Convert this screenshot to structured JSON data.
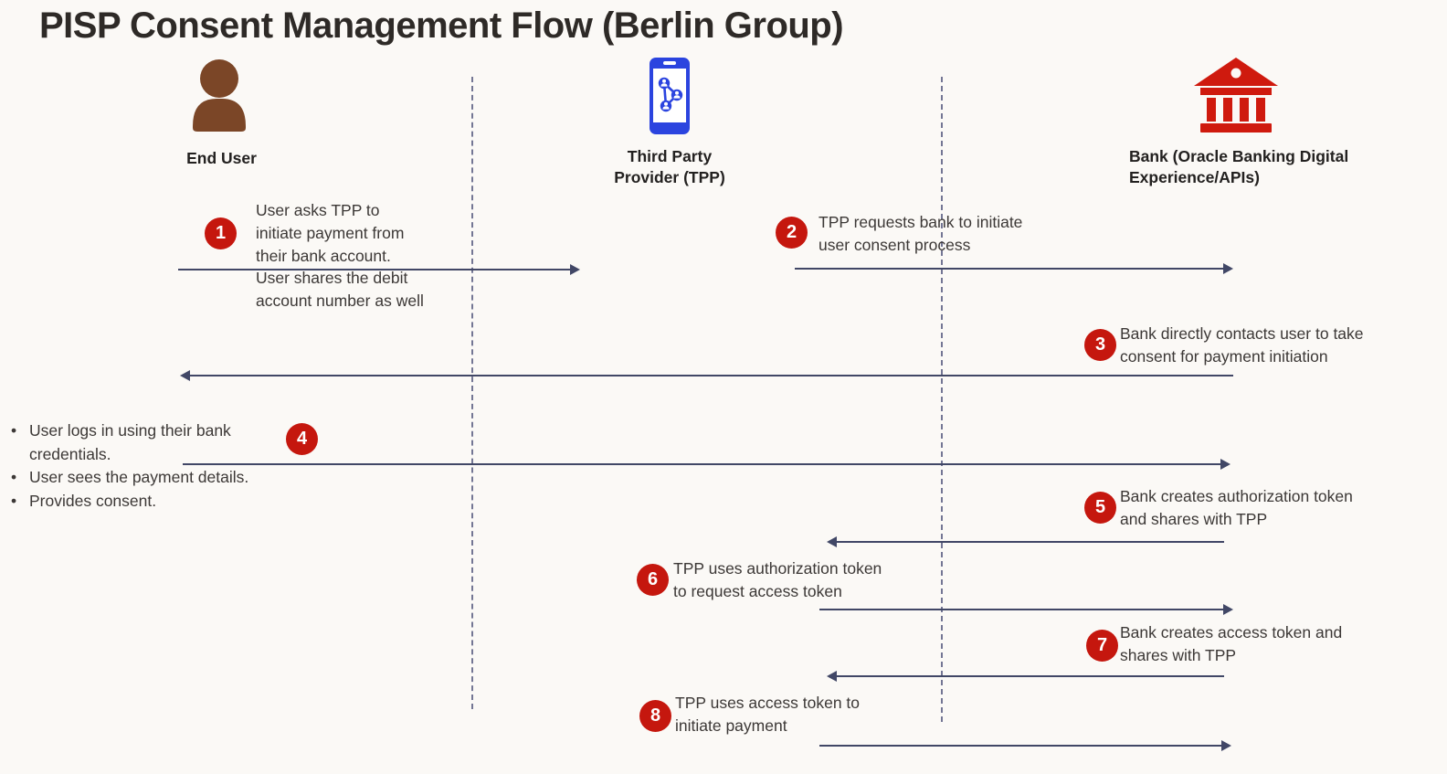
{
  "title": "PISP Consent Management Flow (Berlin Group)",
  "colors": {
    "background": "#fbf9f6",
    "step_badge_red": "#c5170e",
    "bank_icon_red": "#cf1a0e",
    "person_icon_brown": "#7b4627",
    "phone_icon_blue": "#2b44df",
    "arrow": "#414766",
    "lifeline_dashed": "#5c6084",
    "title_text": "#2e2a27",
    "body_text": "#3c3836"
  },
  "actors": [
    {
      "id": "end-user",
      "label": "End User",
      "icon": "person-icon"
    },
    {
      "id": "tpp",
      "label": "Third Party\nProvider (TPP)",
      "icon": "phone-network-icon"
    },
    {
      "id": "bank",
      "label": "Bank (Oracle Banking Digital\nExperience/APIs)",
      "icon": "bank-building-icon"
    }
  ],
  "steps": [
    {
      "num": "1",
      "direction": "right",
      "text": "User asks TPP to\ninitiate payment from\ntheir bank account.\nUser shares the debit\naccount number as well"
    },
    {
      "num": "2",
      "direction": "right",
      "text": "TPP requests bank to initiate\nuser consent process"
    },
    {
      "num": "3",
      "direction": "left",
      "text": "Bank directly contacts user to take\nconsent for payment initiation"
    },
    {
      "num": "4",
      "direction": "right",
      "bullets": [
        "User logs in using their bank\ncredentials.",
        "User sees the payment details.",
        "Provides consent."
      ]
    },
    {
      "num": "5",
      "direction": "left",
      "text": "Bank creates authorization token\nand shares with TPP"
    },
    {
      "num": "6",
      "direction": "right",
      "text": "TPP uses authorization token\nto request access token"
    },
    {
      "num": "7",
      "direction": "left",
      "text": "Bank creates access token and\nshares with TPP"
    },
    {
      "num": "8",
      "direction": "right",
      "text": "TPP uses access token to\ninitiate payment"
    }
  ]
}
